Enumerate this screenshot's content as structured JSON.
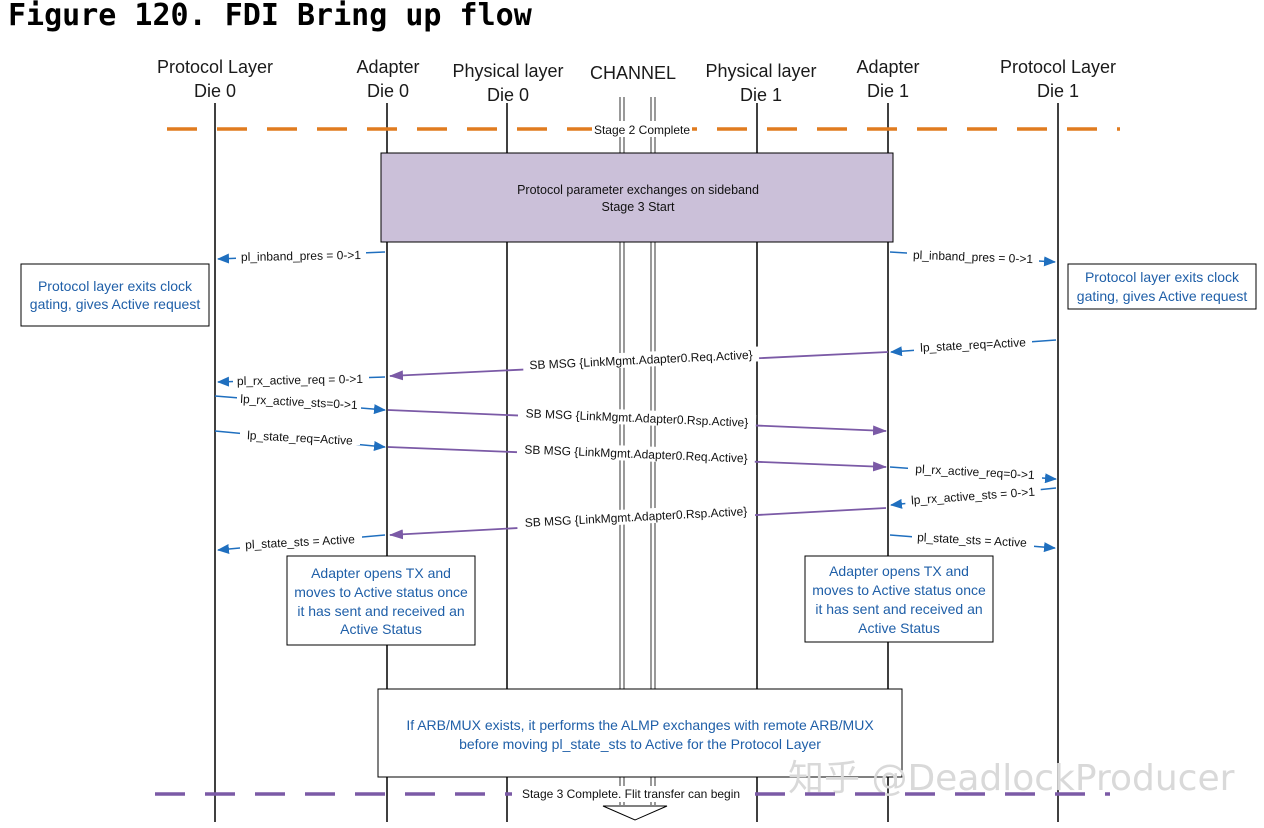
{
  "title": "Figure 120. FDI Bring up flow",
  "lanes": [
    {
      "line1": "Protocol Layer",
      "line2": "Die 0"
    },
    {
      "line1": "Adapter",
      "line2": "Die 0"
    },
    {
      "line1": "Physical layer",
      "line2": "Die 0"
    },
    {
      "line1": "CHANNEL",
      "line2": ""
    },
    {
      "line1": "Physical layer",
      "line2": "Die 1"
    },
    {
      "line1": "Adapter",
      "line2": "Die 1"
    },
    {
      "line1": "Protocol Layer",
      "line2": "Die 1"
    }
  ],
  "stage2": "Stage 2 Complete",
  "stage3_box": {
    "line1": "Protocol parameter exchanges on sideband",
    "line2": "Stage 3 Start"
  },
  "notes": {
    "left_protocol": {
      "line1": "Protocol layer exits clock",
      "line2": "gating, gives Active request"
    },
    "right_protocol": {
      "line1": "Protocol layer exits clock",
      "line2": "gating, gives Active request"
    },
    "left_adapter": {
      "line1": "Adapter opens TX and",
      "line2": "moves to Active status once",
      "line3": "it has sent and received an",
      "line4": "Active Status"
    },
    "right_adapter": {
      "line1": "Adapter opens TX and",
      "line2": "moves to Active status once",
      "line3": "it has sent and received an",
      "line4": "Active Status"
    }
  },
  "signals": {
    "inband_left": "pl_inband_pres = 0->1",
    "inband_right": "pl_inband_pres = 0->1",
    "state_req_right": "lp_state_req=Active",
    "rx_active_req_left": "pl_rx_active_req = 0->1",
    "rx_active_sts_left": "lp_rx_active_sts=0->1",
    "state_req_left": "lp_state_req=Active",
    "rx_active_req_right": "pl_rx_active_req=0->1",
    "rx_active_sts_right": "lp_rx_active_sts = 0->1",
    "state_sts_left": "pl_state_sts = Active",
    "state_sts_right": "pl_state_sts = Active"
  },
  "sb_msgs": {
    "m1": "SB MSG {LinkMgmt.Adapter0.Req.Active}",
    "m2": "SB MSG {LinkMgmt.Adapter0.Rsp.Active}",
    "m3": "SB MSG {LinkMgmt.Adapter0.Req.Active}",
    "m4": "SB MSG {LinkMgmt.Adapter0.Rsp.Active}"
  },
  "arb_box": {
    "line1": "If ARB/MUX exists, it performs the ALMP exchanges with remote ARB/MUX",
    "line2": "before moving pl_state_sts to Active for the Protocol Layer"
  },
  "stage3_complete": "Stage 3 Complete. Flit transfer can begin",
  "watermark": "知乎 @DeadlockProducer",
  "colors": {
    "orange": "#e07b1f",
    "purple": "#7b5aa6",
    "blue": "#1f6fbf",
    "box_fill": "#cbc0d9"
  }
}
